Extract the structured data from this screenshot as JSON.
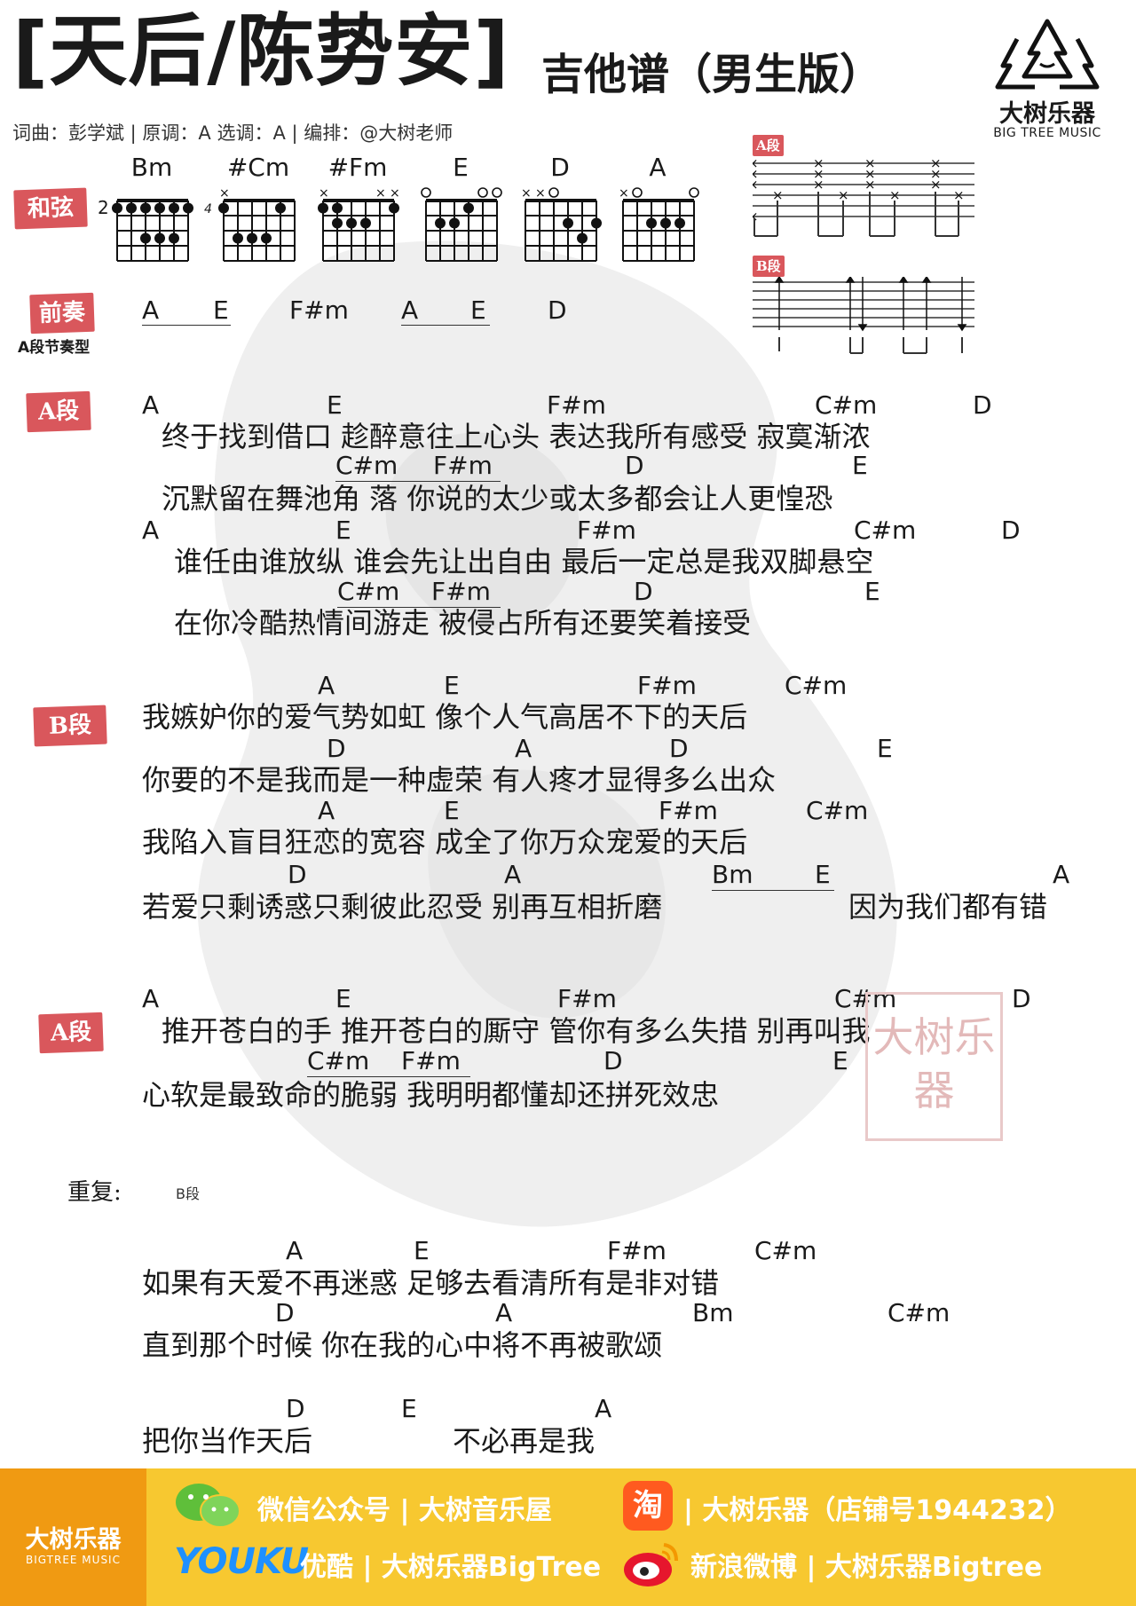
{
  "header": {
    "title": "[天后/陈势安]",
    "subtitle": "吉他谱（男生版）",
    "meta": "词曲：彭学斌 | 原调：A 选调：A | 编排：@大树老师"
  },
  "logo": {
    "name": "大树乐器",
    "en": "BIG TREE MUSIC"
  },
  "chords_section": {
    "label": "和弦",
    "chords": [
      {
        "name": "Bm",
        "fret": "2"
      },
      {
        "name": "#Cm",
        "fret": "4"
      },
      {
        "name": "#Fm",
        "fret": ""
      },
      {
        "name": "E",
        "fret": ""
      },
      {
        "name": "D",
        "fret": ""
      },
      {
        "name": "A",
        "fret": ""
      }
    ]
  },
  "rhythm": {
    "a_label": "A段",
    "b_label": "B段"
  },
  "intro": {
    "label": "前奏",
    "sublabel": "A段节奏型",
    "chords": [
      "A",
      "E",
      "F#m",
      "A",
      "E",
      "D"
    ]
  },
  "sections": {
    "a1_label": "A段",
    "b_label": "B段",
    "a2_label": "A段"
  },
  "lines": {
    "a1": [
      {
        "lyric": "终于找到借口 趁醉意往上心头 表达我所有感受  寂寞渐浓",
        "chords": [
          "A",
          "E",
          "F#m",
          "C#m",
          "D"
        ]
      },
      {
        "lyric": "沉默留在舞池角  落      你说的太少或太多都会让人更惶恐",
        "chords": [
          "C#m",
          "F#m",
          "D",
          "E"
        ]
      },
      {
        "lyric": "谁任由谁放纵  谁会先让出自由     最后一定总是我双脚悬空",
        "chords": [
          "A",
          "E",
          "F#m",
          "C#m",
          "D"
        ]
      },
      {
        "lyric": "在你冷酷热情间游走      被侵占所有还要笑着接受",
        "chords": [
          "C#m",
          "F#m",
          "D",
          "E"
        ]
      }
    ],
    "b": [
      {
        "lyric": "我嫉妒你的爱气势如虹 像个人气高居不下的天后",
        "chords": [
          "A",
          "E",
          "F#m",
          "C#m"
        ]
      },
      {
        "lyric": "你要的不是我而是一种虚荣   有人疼才显得多么出众",
        "chords": [
          "D",
          "A",
          "D",
          "E"
        ]
      },
      {
        "lyric": "我陷入盲目狂恋的宽容   成全了你万众宠爱的天后",
        "chords": [
          "A",
          "E",
          "F#m",
          "C#m"
        ]
      },
      {
        "lyric": "若爱只剩诱惑只剩彼此忍受 别再互相折磨",
        "tail": "因为我们都有错",
        "chords": [
          "D",
          "A",
          "Bm",
          "E",
          "A"
        ]
      }
    ],
    "a2": [
      {
        "lyric": "推开苍白的手  推开苍白的厮守  管你有多么失措   别再叫我",
        "chords": [
          "A",
          "E",
          "F#m",
          "C#m",
          "D"
        ]
      },
      {
        "lyric": "心软是最致命的脆弱     我明明都懂却还拼死效忠",
        "chords": [
          "C#m",
          "F#m",
          "D",
          "E"
        ]
      }
    ],
    "repeat_label": "重复:",
    "repeat_value": "B段",
    "ending": [
      {
        "lyric": "如果有天爱不再迷惑 足够去看清所有是非对错",
        "chords": [
          "A",
          "E",
          "F#m",
          "C#m"
        ]
      },
      {
        "lyric": "直到那个时候  你在我的心中将不再被歌颂",
        "chords": [
          "D",
          "A",
          "Bm",
          "C#m"
        ]
      },
      {
        "lyric": "把你当作天后",
        "tail": "不必再是我",
        "chords": [
          "D",
          "E",
          "A"
        ]
      }
    ]
  },
  "stamp": "大树乐器",
  "footer": {
    "brand": "大树乐器",
    "brand_en": "BIGTREE MUSIC",
    "wechat": "微信公众号 | 大树音乐屋",
    "taobao_icon": "淘",
    "taobao": "| 大树乐器（店铺号1944232）",
    "youku_logo": "YOUKU",
    "youku": "优酷 | 大树乐器BigTree",
    "weibo": "新浪微博 | 大树乐器Bigtree"
  }
}
